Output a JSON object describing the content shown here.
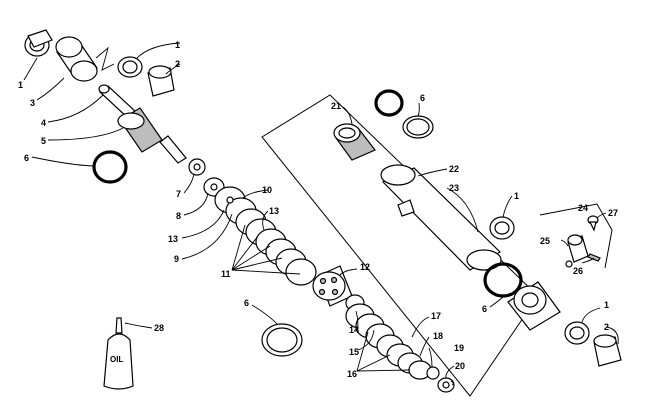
{
  "diagram": {
    "callouts": [
      {
        "id": "c1a",
        "text": "1"
      },
      {
        "id": "c1b",
        "text": "1"
      },
      {
        "id": "c1c",
        "text": "1"
      },
      {
        "id": "c1d",
        "text": "1"
      },
      {
        "id": "c2a",
        "text": "2"
      },
      {
        "id": "c2b",
        "text": "2"
      },
      {
        "id": "c3",
        "text": "3"
      },
      {
        "id": "c4",
        "text": "4"
      },
      {
        "id": "c5",
        "text": "5"
      },
      {
        "id": "c6a",
        "text": "6"
      },
      {
        "id": "c6b",
        "text": "6"
      },
      {
        "id": "c6c",
        "text": "6"
      },
      {
        "id": "c6d",
        "text": "6"
      },
      {
        "id": "c7",
        "text": "7"
      },
      {
        "id": "c8",
        "text": "8"
      },
      {
        "id": "c9",
        "text": "9"
      },
      {
        "id": "c10",
        "text": "10"
      },
      {
        "id": "c11",
        "text": "11"
      },
      {
        "id": "c12",
        "text": "12"
      },
      {
        "id": "c13a",
        "text": "13"
      },
      {
        "id": "c13b",
        "text": "13"
      },
      {
        "id": "c14",
        "text": "14"
      },
      {
        "id": "c15",
        "text": "15"
      },
      {
        "id": "c16",
        "text": "16"
      },
      {
        "id": "c17",
        "text": "17"
      },
      {
        "id": "c18",
        "text": "18"
      },
      {
        "id": "c19",
        "text": "19"
      },
      {
        "id": "c20",
        "text": "20"
      },
      {
        "id": "c21",
        "text": "21"
      },
      {
        "id": "c22",
        "text": "22"
      },
      {
        "id": "c23",
        "text": "23"
      },
      {
        "id": "c24",
        "text": "24"
      },
      {
        "id": "c25",
        "text": "25"
      },
      {
        "id": "c26",
        "text": "26"
      },
      {
        "id": "c27",
        "text": "27"
      },
      {
        "id": "c28",
        "text": "28"
      }
    ],
    "oil_bottle_label": "OIL"
  }
}
